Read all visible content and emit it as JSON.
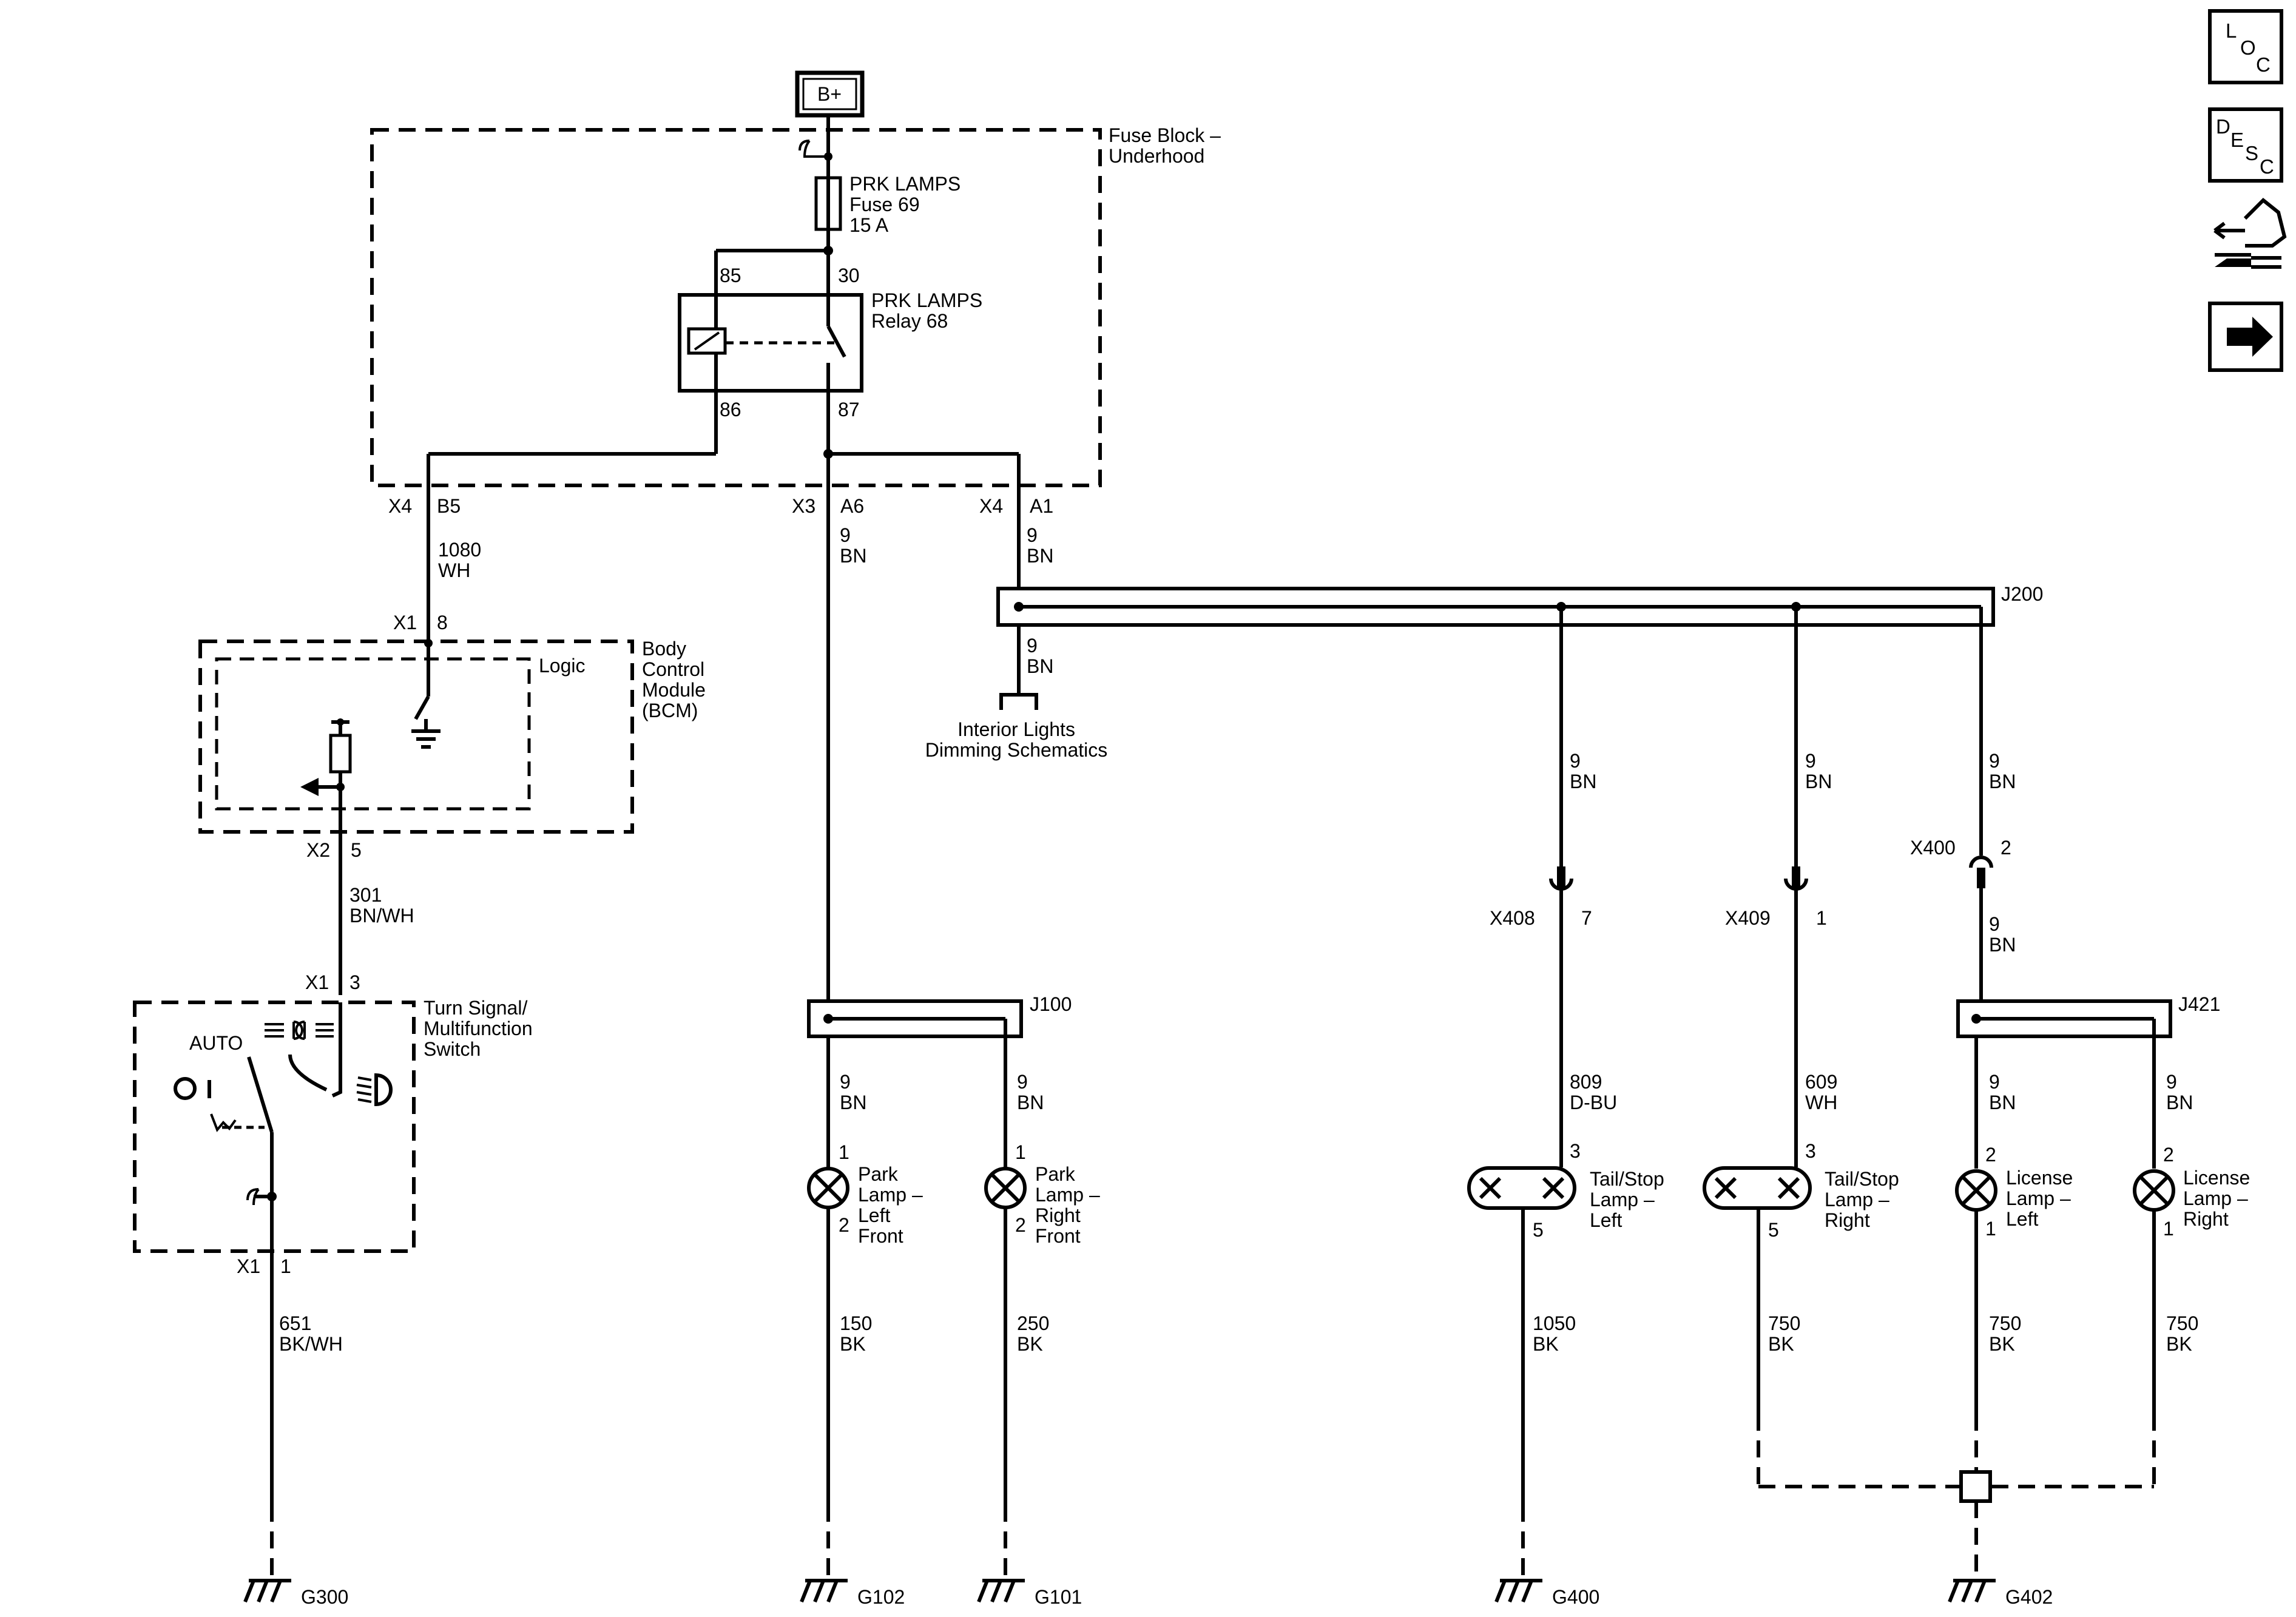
{
  "power": {
    "label": "B+"
  },
  "fuse_block": {
    "title_1": "Fuse Block –",
    "title_2": "Underhood"
  },
  "fuse": {
    "name": "PRK LAMPS",
    "number": "Fuse 69",
    "rating": "15 A"
  },
  "relay": {
    "name": "PRK LAMPS",
    "number": "Relay 68",
    "pins": {
      "p85": "85",
      "p30": "30",
      "p86": "86",
      "p87": "87"
    }
  },
  "connectors": {
    "c1_conn": "X4",
    "c1_pin": "B5",
    "c2_conn": "X3",
    "c2_pin": "A6",
    "c3_conn": "X4",
    "c3_pin": "A1",
    "bcm_in_conn": "X1",
    "bcm_in_pin": "8",
    "bcm_out_conn": "X2",
    "bcm_out_pin": "5",
    "sw_in_conn": "X1",
    "sw_in_pin": "3",
    "sw_out_conn": "X1",
    "sw_out_pin": "1",
    "x408": "X408",
    "x408_pin": "7",
    "x409": "X409",
    "x409_pin": "1",
    "x400": "X400",
    "x400_pin": "2"
  },
  "wires": {
    "w1080_num": "1080",
    "w1080_color": "WH",
    "wA6_num": "9",
    "wA6_color": "BN",
    "wA1_num": "9",
    "wA1_color": "BN",
    "wInt_num": "9",
    "wInt_color": "BN",
    "wT1_num": "9",
    "wT1_color": "BN",
    "wT2_num": "9",
    "wT2_color": "BN",
    "wT3_num": "9",
    "wT3_color": "BN",
    "wT3b_num": "9",
    "wT3b_color": "BN",
    "w301_num": "301",
    "w301_color": "BN/WH",
    "wPL_num": "9",
    "wPL_color": "BN",
    "wPR_num": "9",
    "wPR_color": "BN",
    "w809_num": "809",
    "w809_color": "D-BU",
    "w609_num": "609",
    "w609_color": "WH",
    "wLL_num": "9",
    "wLL_color": "BN",
    "wLR_num": "9",
    "wLR_color": "BN",
    "w651_num": "651",
    "w651_color": "BK/WH",
    "w150_num": "150",
    "w150_color": "BK",
    "w250_num": "250",
    "w250_color": "BK",
    "w1050_num": "1050",
    "w1050_color": "BK",
    "w750a_num": "750",
    "w750a_color": "BK",
    "w750b_num": "750",
    "w750b_color": "BK",
    "w750c_num": "750",
    "w750c_color": "BK"
  },
  "splices": {
    "j200": "J200",
    "j100": "J100",
    "j421": "J421"
  },
  "bcm": {
    "title_1": "Body",
    "title_2": "Control",
    "title_3": "Module",
    "title_4": "(BCM)",
    "logic": "Logic"
  },
  "switch": {
    "title_1": "Turn Signal/",
    "title_2": "Multifunction",
    "title_3": "Switch",
    "auto": "AUTO"
  },
  "interior": {
    "line_1": "Interior Lights",
    "line_2": "Dimming Schematics"
  },
  "lamps": {
    "plf_1": "Park",
    "plf_2": "Lamp –",
    "plf_3": "Left",
    "plf_4": "Front",
    "plf_pin1": "1",
    "plf_pin2": "2",
    "prf_1": "Park",
    "prf_2": "Lamp –",
    "prf_3": "Right",
    "prf_4": "Front",
    "prf_pin1": "1",
    "prf_pin2": "2",
    "tsl_1": "Tail/Stop",
    "tsl_2": "Lamp –",
    "tsl_3": "Left",
    "tsl_pin3": "3",
    "tsl_pin5": "5",
    "tsr_1": "Tail/Stop",
    "tsr_2": "Lamp –",
    "tsr_3": "Right",
    "tsr_pin3": "3",
    "tsr_pin5": "5",
    "lll_1": "License",
    "lll_2": "Lamp –",
    "lll_3": "Left",
    "lll_pin2": "2",
    "lll_pin1": "1",
    "llr_1": "License",
    "llr_2": "Lamp –",
    "llr_3": "Right",
    "llr_pin2": "2",
    "llr_pin1": "1"
  },
  "grounds": {
    "g300": "G300",
    "g102": "G102",
    "g101": "G101",
    "g400": "G400",
    "g402": "G402"
  },
  "nav": {
    "loc_1": "L",
    "loc_2": "O",
    "loc_3": "C",
    "desc_1": "D",
    "desc_2": "E",
    "desc_3": "S",
    "desc_4": "C"
  }
}
